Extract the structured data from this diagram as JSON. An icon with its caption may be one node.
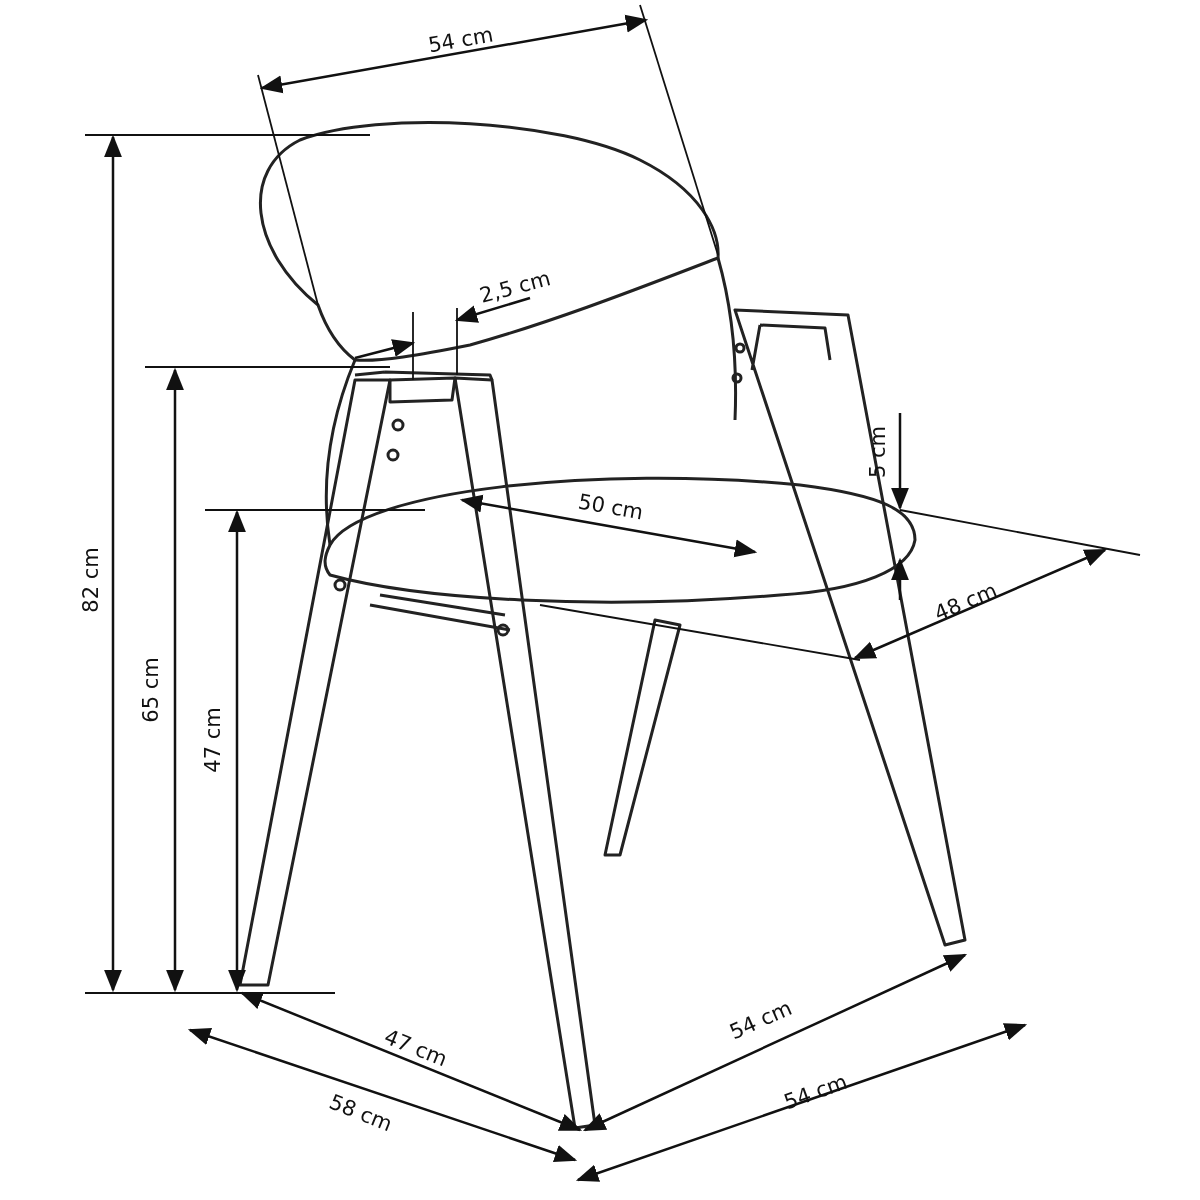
{
  "diagram": {
    "labels": [
      "54 cm",
      "2,5 cm",
      "5 cm",
      "50 cm",
      "82 cm",
      "48 cm",
      "65 cm",
      "47 cm",
      "54 cm",
      "47 cm",
      "54 cm",
      "58 cm"
    ]
  }
}
